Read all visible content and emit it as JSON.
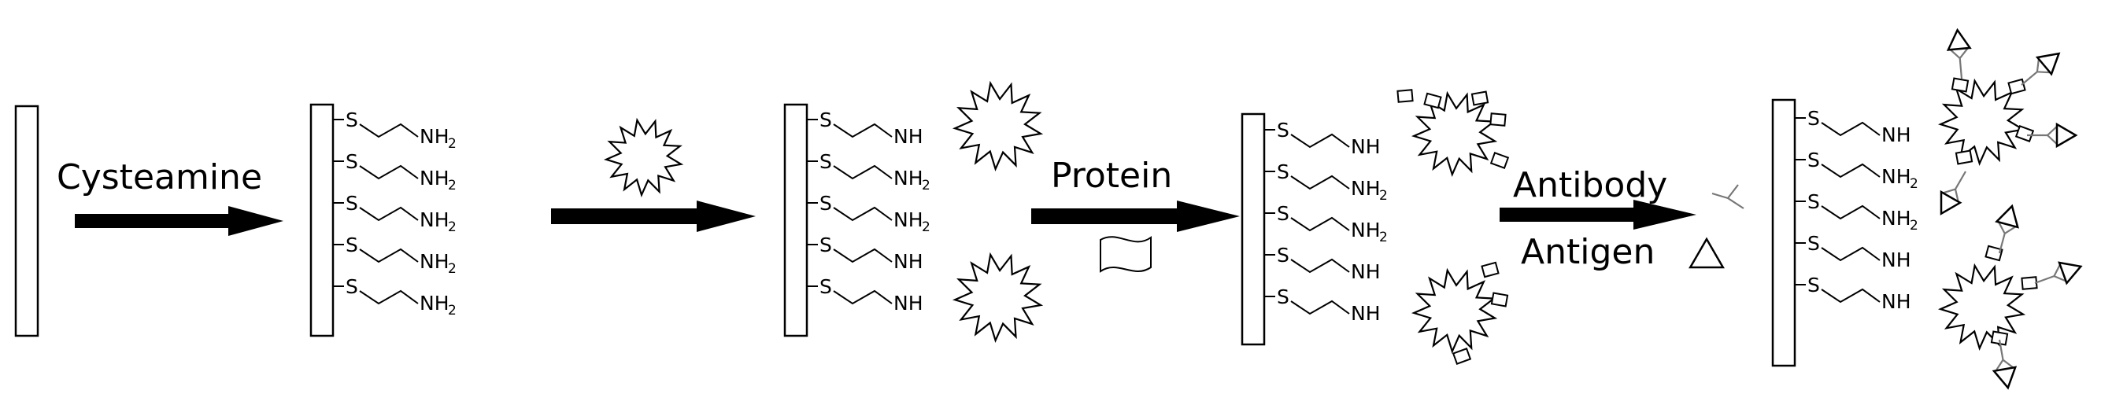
{
  "steps": {
    "step1_label": "Cysteamine",
    "step3_label": "Protein",
    "step4_label_top": "Antibody",
    "step4_label_bottom": "Antigen"
  },
  "chain": {
    "sulfur": "S",
    "amine": "NH",
    "amine_subscript": "2"
  }
}
